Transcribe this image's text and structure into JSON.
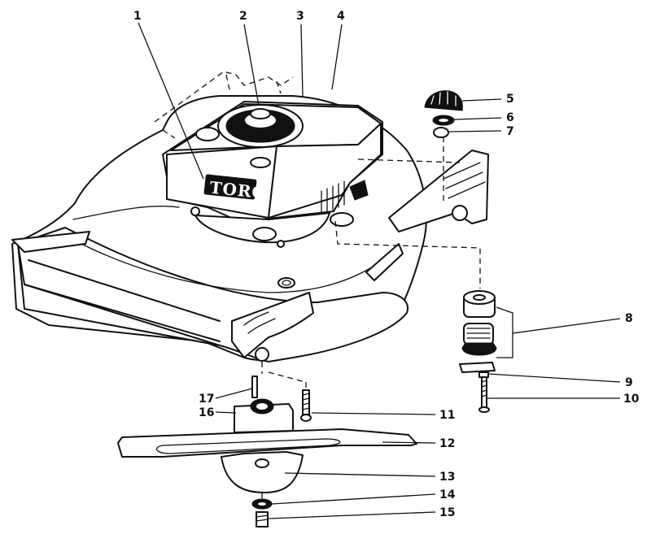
{
  "diagram": {
    "brand_label": "TORO",
    "callouts": [
      {
        "id": "c1",
        "label": "1"
      },
      {
        "id": "c2",
        "label": "2"
      },
      {
        "id": "c3",
        "label": "3"
      },
      {
        "id": "c4",
        "label": "4"
      },
      {
        "id": "c5",
        "label": "5"
      },
      {
        "id": "c6",
        "label": "6"
      },
      {
        "id": "c7",
        "label": "7"
      },
      {
        "id": "c8",
        "label": "8"
      },
      {
        "id": "c9",
        "label": "9"
      },
      {
        "id": "c10",
        "label": "10"
      },
      {
        "id": "c11",
        "label": "11"
      },
      {
        "id": "c12",
        "label": "12"
      },
      {
        "id": "c13",
        "label": "13"
      },
      {
        "id": "c14",
        "label": "14"
      },
      {
        "id": "c15",
        "label": "15"
      },
      {
        "id": "c16",
        "label": "16"
      },
      {
        "id": "c17",
        "label": "17"
      }
    ]
  }
}
